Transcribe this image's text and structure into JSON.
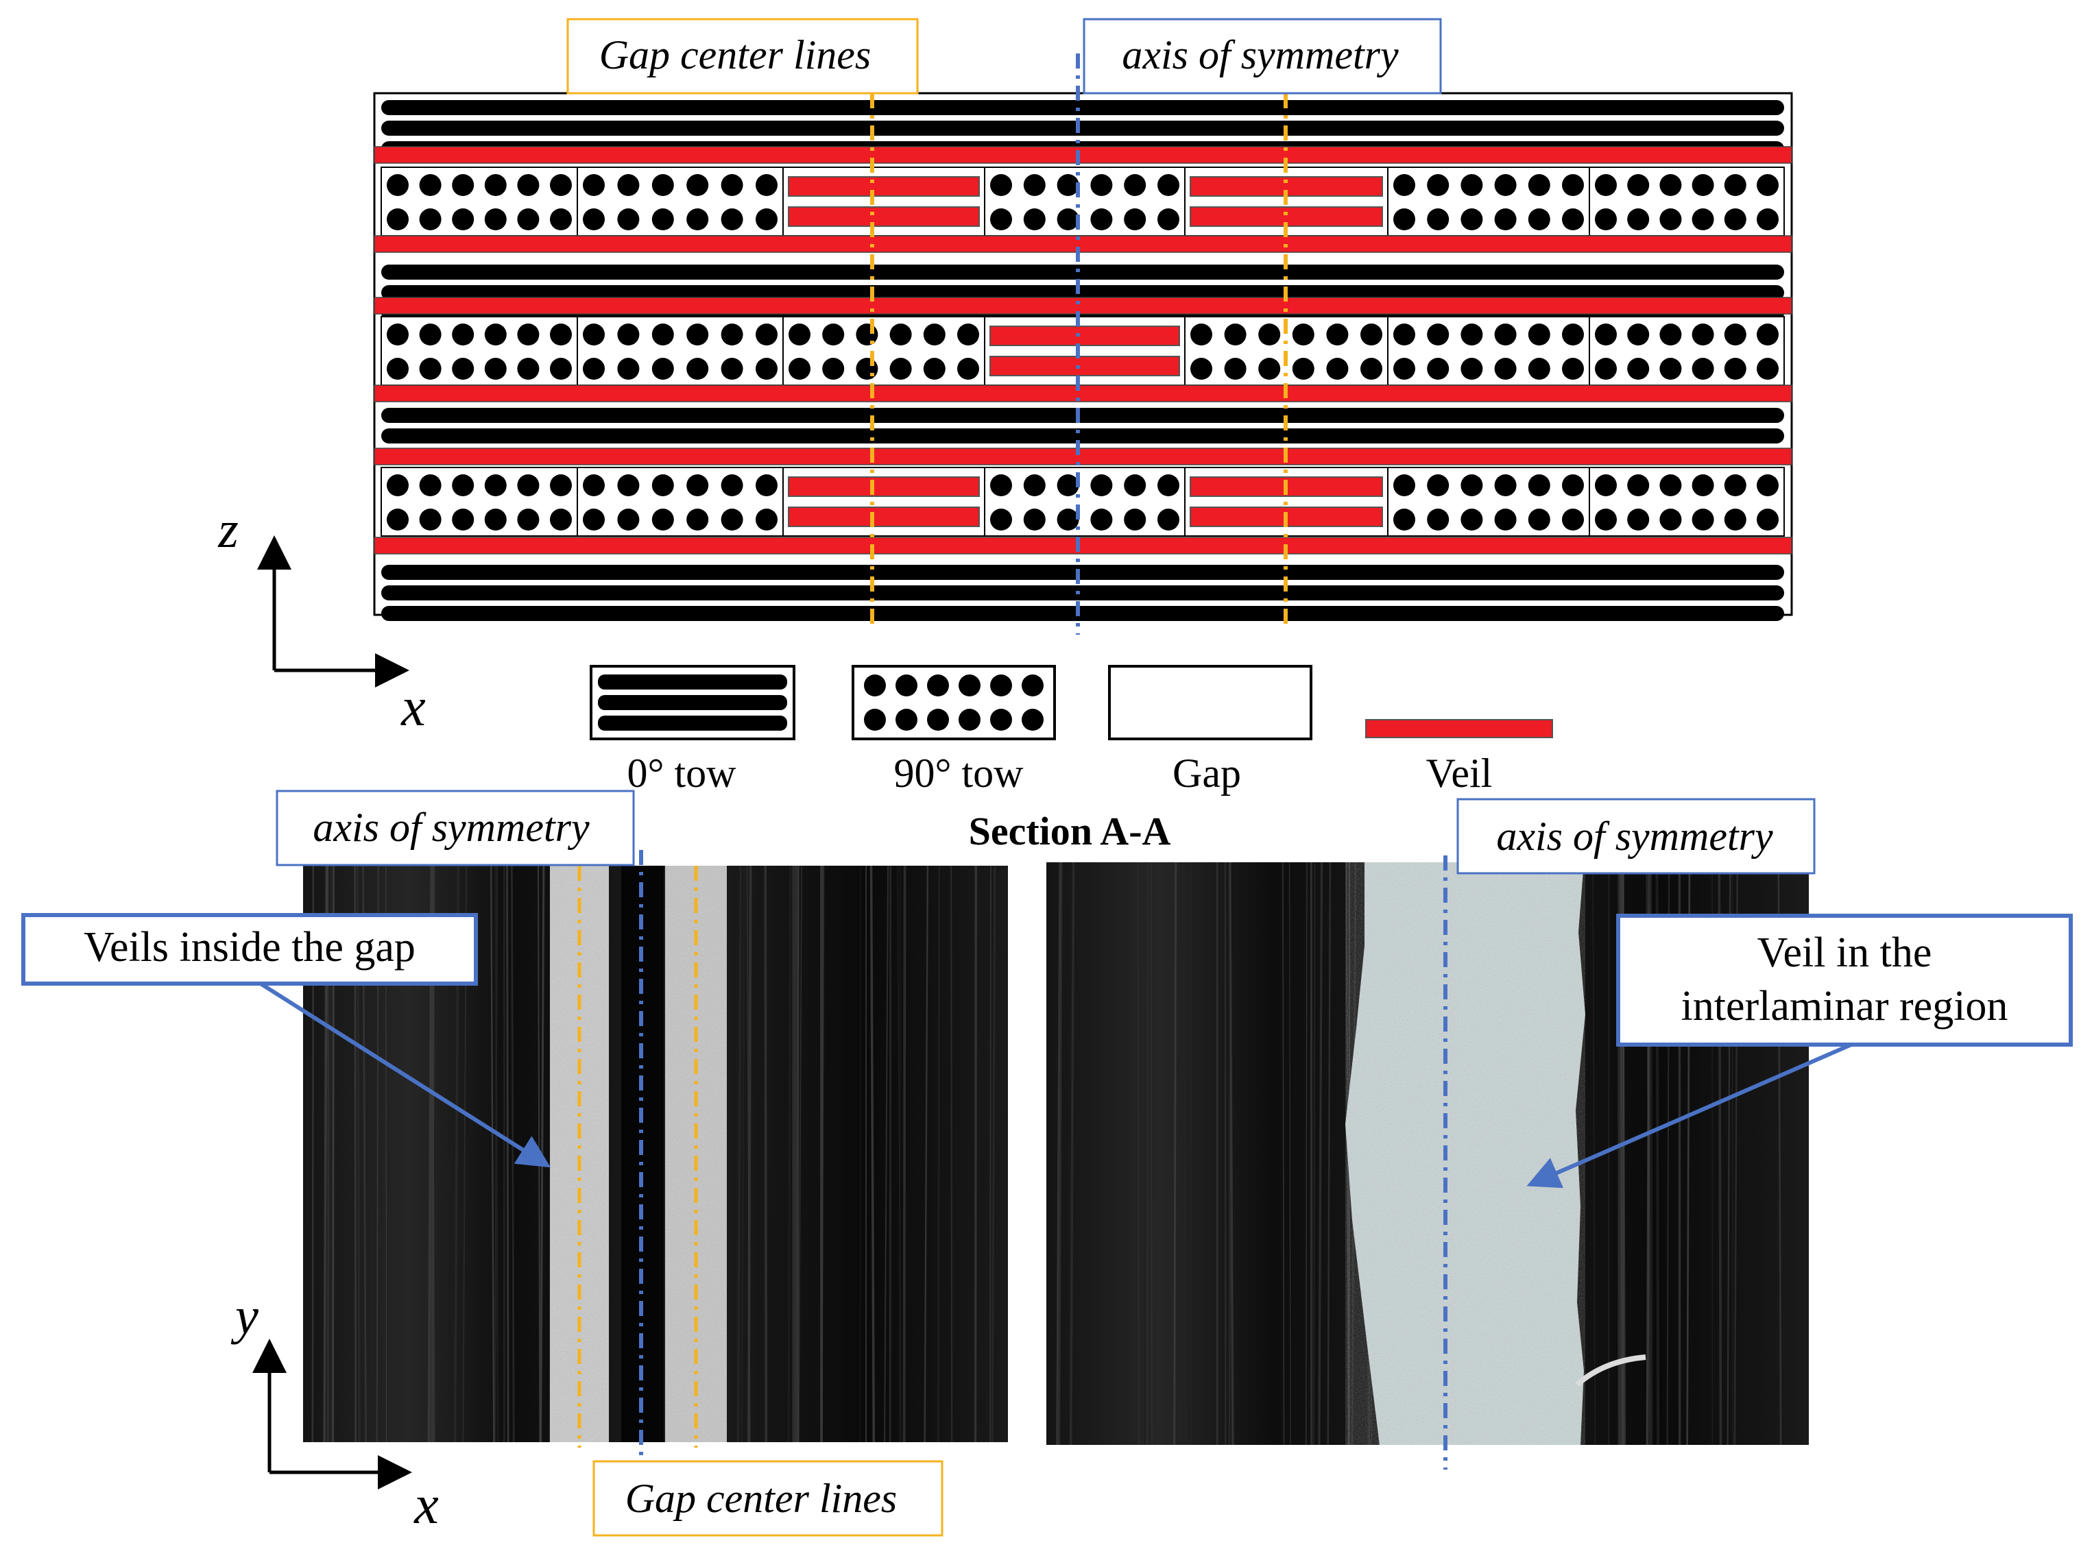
{
  "top_labels": {
    "gap_center_lines": "Gap center lines",
    "axis_of_symmetry": "axis of symmetry"
  },
  "axes_top": {
    "vertical": "z",
    "horizontal": "x"
  },
  "axes_bottom": {
    "vertical": "y",
    "horizontal": "x"
  },
  "legend": {
    "tow_0": "0° tow",
    "tow_90": "90° tow",
    "gap": "Gap",
    "veil": "Veil"
  },
  "section_title": "Section A-A",
  "bottom_left": {
    "axis_of_symmetry": "axis of symmetry",
    "callout": "Veils inside the gap",
    "gap_center_lines": "Gap center lines"
  },
  "bottom_right": {
    "axis_of_symmetry": "axis of symmetry",
    "callout_line1": "Veil in the",
    "callout_line2": "interlaminar region"
  },
  "colors": {
    "veil_red": "#ee1c24",
    "gap_line_orange": "#f5b21f",
    "symmetry_blue": "#4a72c4",
    "tow_black": "#000000"
  },
  "layer_stack": [
    "0-tow",
    "90-row-gaps-outer",
    "0-tow",
    "90-row-gap-center",
    "0-tow",
    "90-row-gaps-outer",
    "0-tow"
  ]
}
